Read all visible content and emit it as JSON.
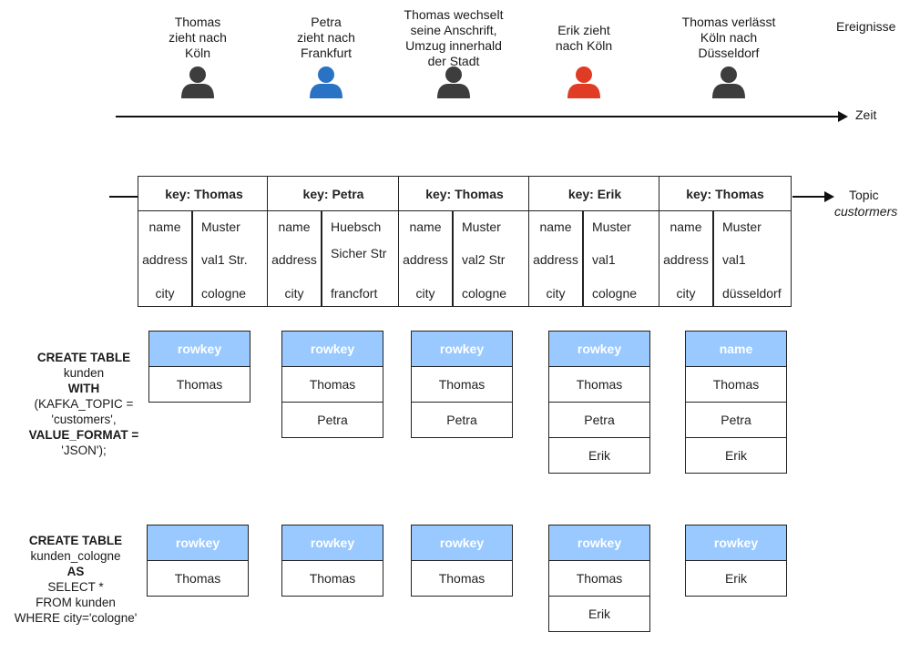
{
  "events": [
    {
      "lines": [
        "Thomas",
        "zieht nach",
        "Köln"
      ],
      "color": "#3d3d3d"
    },
    {
      "lines": [
        "Petra",
        "zieht nach",
        "Frankfurt"
      ],
      "color": "#2a72c4"
    },
    {
      "lines": [
        "Thomas wechselt",
        "seine Anschrift,",
        "Umzug innerhald",
        "der Stadt"
      ],
      "color": "#3d3d3d"
    },
    {
      "lines": [
        "Erik zieht",
        "nach Köln"
      ],
      "color": "#e03b24"
    },
    {
      "lines": [
        "Thomas verlässt",
        "Köln nach",
        "Düsseldorf"
      ],
      "color": "#3d3d3d"
    }
  ],
  "events_label": "Ereignisse",
  "timeline_label": "Zeit",
  "topic_label": {
    "line1": "Topic",
    "line2": "custormers"
  },
  "records": [
    {
      "key": "key: Thomas",
      "fields": [
        {
          "k": "name",
          "v": "Muster"
        },
        {
          "k": "address",
          "v": "val1 Str."
        },
        {
          "k": "city",
          "v": "cologne"
        }
      ]
    },
    {
      "key": "key: Petra",
      "fields": [
        {
          "k": "name",
          "v": "Huebsch"
        },
        {
          "k": "address",
          "v": "Sicher Str"
        },
        {
          "k": "city",
          "v": "francfort"
        }
      ]
    },
    {
      "key": "key: Thomas",
      "fields": [
        {
          "k": "name",
          "v": "Muster"
        },
        {
          "k": "address",
          "v": "val2 Str"
        },
        {
          "k": "city",
          "v": "cologne"
        }
      ]
    },
    {
      "key": "key: Erik",
      "fields": [
        {
          "k": "name",
          "v": "Muster"
        },
        {
          "k": "address",
          "v": "val1"
        },
        {
          "k": "city",
          "v": "cologne"
        }
      ]
    },
    {
      "key": "key: Thomas",
      "fields": [
        {
          "k": "name",
          "v": "Muster"
        },
        {
          "k": "address",
          "v": "val1"
        },
        {
          "k": "city",
          "v": "düsseldorf"
        }
      ]
    }
  ],
  "sql1": {
    "l1": "CREATE TABLE",
    "l2": "kunden",
    "l3": "WITH",
    "l4": "(KAFKA_TOPIC =",
    "l5": "'customers',",
    "l6": "VALUE_FORMAT =",
    "l7": "'JSON');"
  },
  "sql2": {
    "l1": "CREATE TABLE",
    "l2": "kunden_cologne",
    "l3": "AS",
    "l4": "SELECT *",
    "l5": "FROM kunden",
    "l6": "WHERE city='cologne'"
  },
  "tables1": [
    {
      "head": "rowkey",
      "rows": [
        "Thomas"
      ]
    },
    {
      "head": "rowkey",
      "rows": [
        "Thomas",
        "Petra"
      ]
    },
    {
      "head": "rowkey",
      "rows": [
        "Thomas",
        "Petra"
      ]
    },
    {
      "head": "rowkey",
      "rows": [
        "Thomas",
        "Petra",
        "Erik"
      ]
    },
    {
      "head": "name",
      "rows": [
        "Thomas",
        "Petra",
        "Erik"
      ]
    }
  ],
  "tables2": [
    {
      "head": "rowkey",
      "rows": [
        "Thomas"
      ]
    },
    {
      "head": "rowkey",
      "rows": [
        "Thomas"
      ]
    },
    {
      "head": "rowkey",
      "rows": [
        "Thomas"
      ]
    },
    {
      "head": "rowkey",
      "rows": [
        "Thomas",
        "Erik"
      ]
    },
    {
      "head": "rowkey",
      "rows": [
        "Erik"
      ]
    }
  ]
}
